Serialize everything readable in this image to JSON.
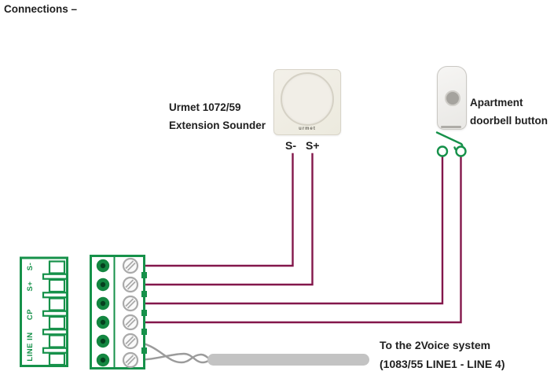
{
  "title": "Connections –",
  "sounder": {
    "label_line1": "Urmet 1072/59",
    "label_line2": "Extension Sounder",
    "brand": "urmet",
    "terminal_minus": "S-",
    "terminal_plus": "S+"
  },
  "doorbell": {
    "label_line1": "Apartment",
    "label_line2": "doorbell button"
  },
  "left_connector": {
    "labels": [
      "S-",
      "S+",
      "CP",
      "LINE IN"
    ]
  },
  "system_note": {
    "line1": "To the 2Voice system",
    "line2": "(1083/55 LINE1 - LINE 4)"
  },
  "colors": {
    "connector_green": "#16914a",
    "wire_maroon": "#83174b",
    "wire_gray": "#9b9b9b",
    "cable_gray": "#c3c3c3",
    "text": "#1f1f1f"
  }
}
